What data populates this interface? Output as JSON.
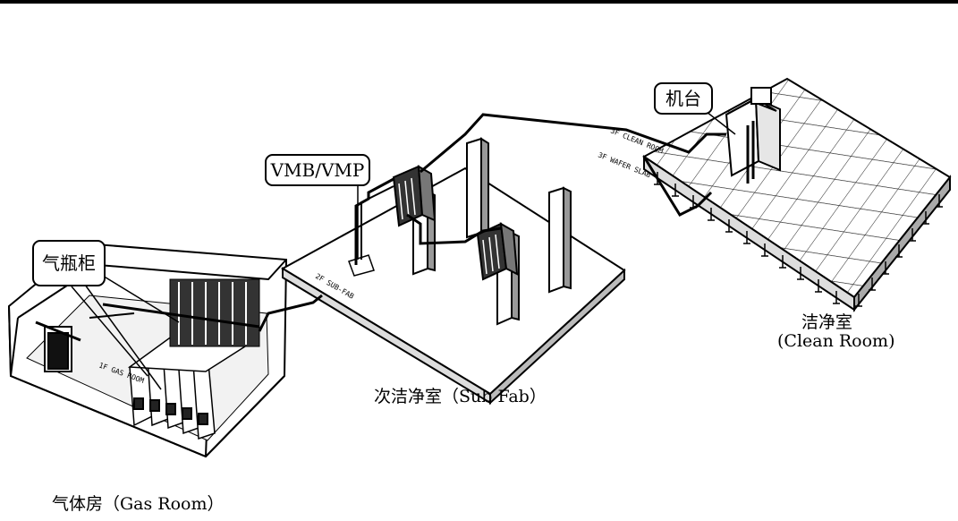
{
  "callouts": {
    "machine": "机台",
    "vmb": "VMB/VMP",
    "cabinet": "气瓶柜"
  },
  "areas": {
    "gas_room_label": "气体房（Gas Room）",
    "sub_fab_label": "次洁净室（Sub Fab）",
    "clean_room_cn": "洁净室",
    "clean_room_en": "(Clean Room)"
  },
  "floor_tags": {
    "clean_room_floor": "3F CLEAN ROOM",
    "wafer_slab": "3F WAFER SLAB",
    "sub_fab_floor": "2F SUB-FAB",
    "gas_room_floor": "1F GAS ROOM"
  }
}
